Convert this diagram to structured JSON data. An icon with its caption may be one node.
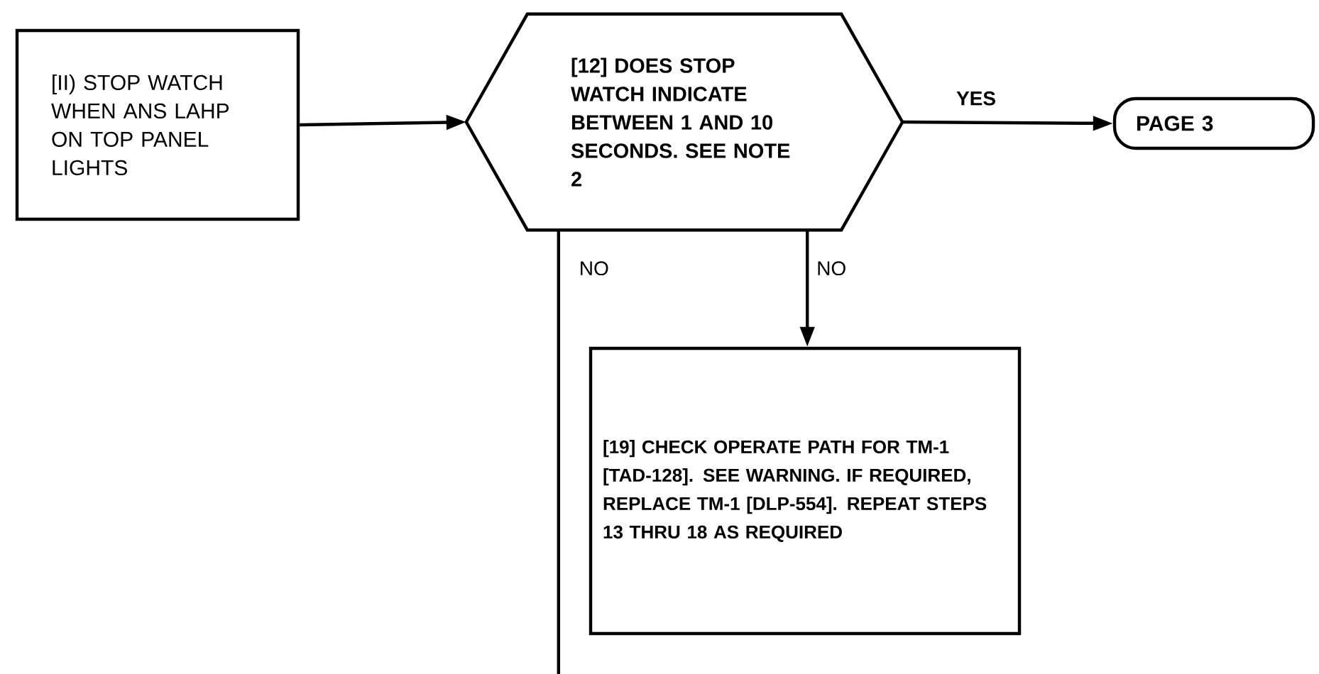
{
  "diagram": {
    "nodes": [
      {
        "text": [
          "[II) STOP WATCH WHEN ANS LAHP ON TOP PANEL LIGHTS"
        ]
      },
      {
        "text": [
          "[12] DOES STOP WATCH INDICATE BETWEEN 1 AND 10 SECONDS. SEE NOTE 2"
        ]
      },
      {
        "text": [
          "PAGE 3"
        ]
      },
      {
        "text": [
          "[19] CHECK OPERATE PATH FOR TM-1 [TAD-128]. SEE WARNING. IF REQUIRED, REPLACE TM-1 [DLP-554]. REPEAT STEPS 13 THRU 18 AS REQUIRED"
        ]
      }
    ],
    "edges": [
      {
        "from": 0,
        "to": 1,
        "arrow": "to"
      },
      {
        "from": 1,
        "to": 2,
        "arrow": "to",
        "label": "YES"
      },
      {
        "from": 1,
        "to": null,
        "arrow": "none",
        "label": "NO"
      },
      {
        "from": 1,
        "to": 3,
        "arrow": "to",
        "label": "NO"
      }
    ]
  }
}
